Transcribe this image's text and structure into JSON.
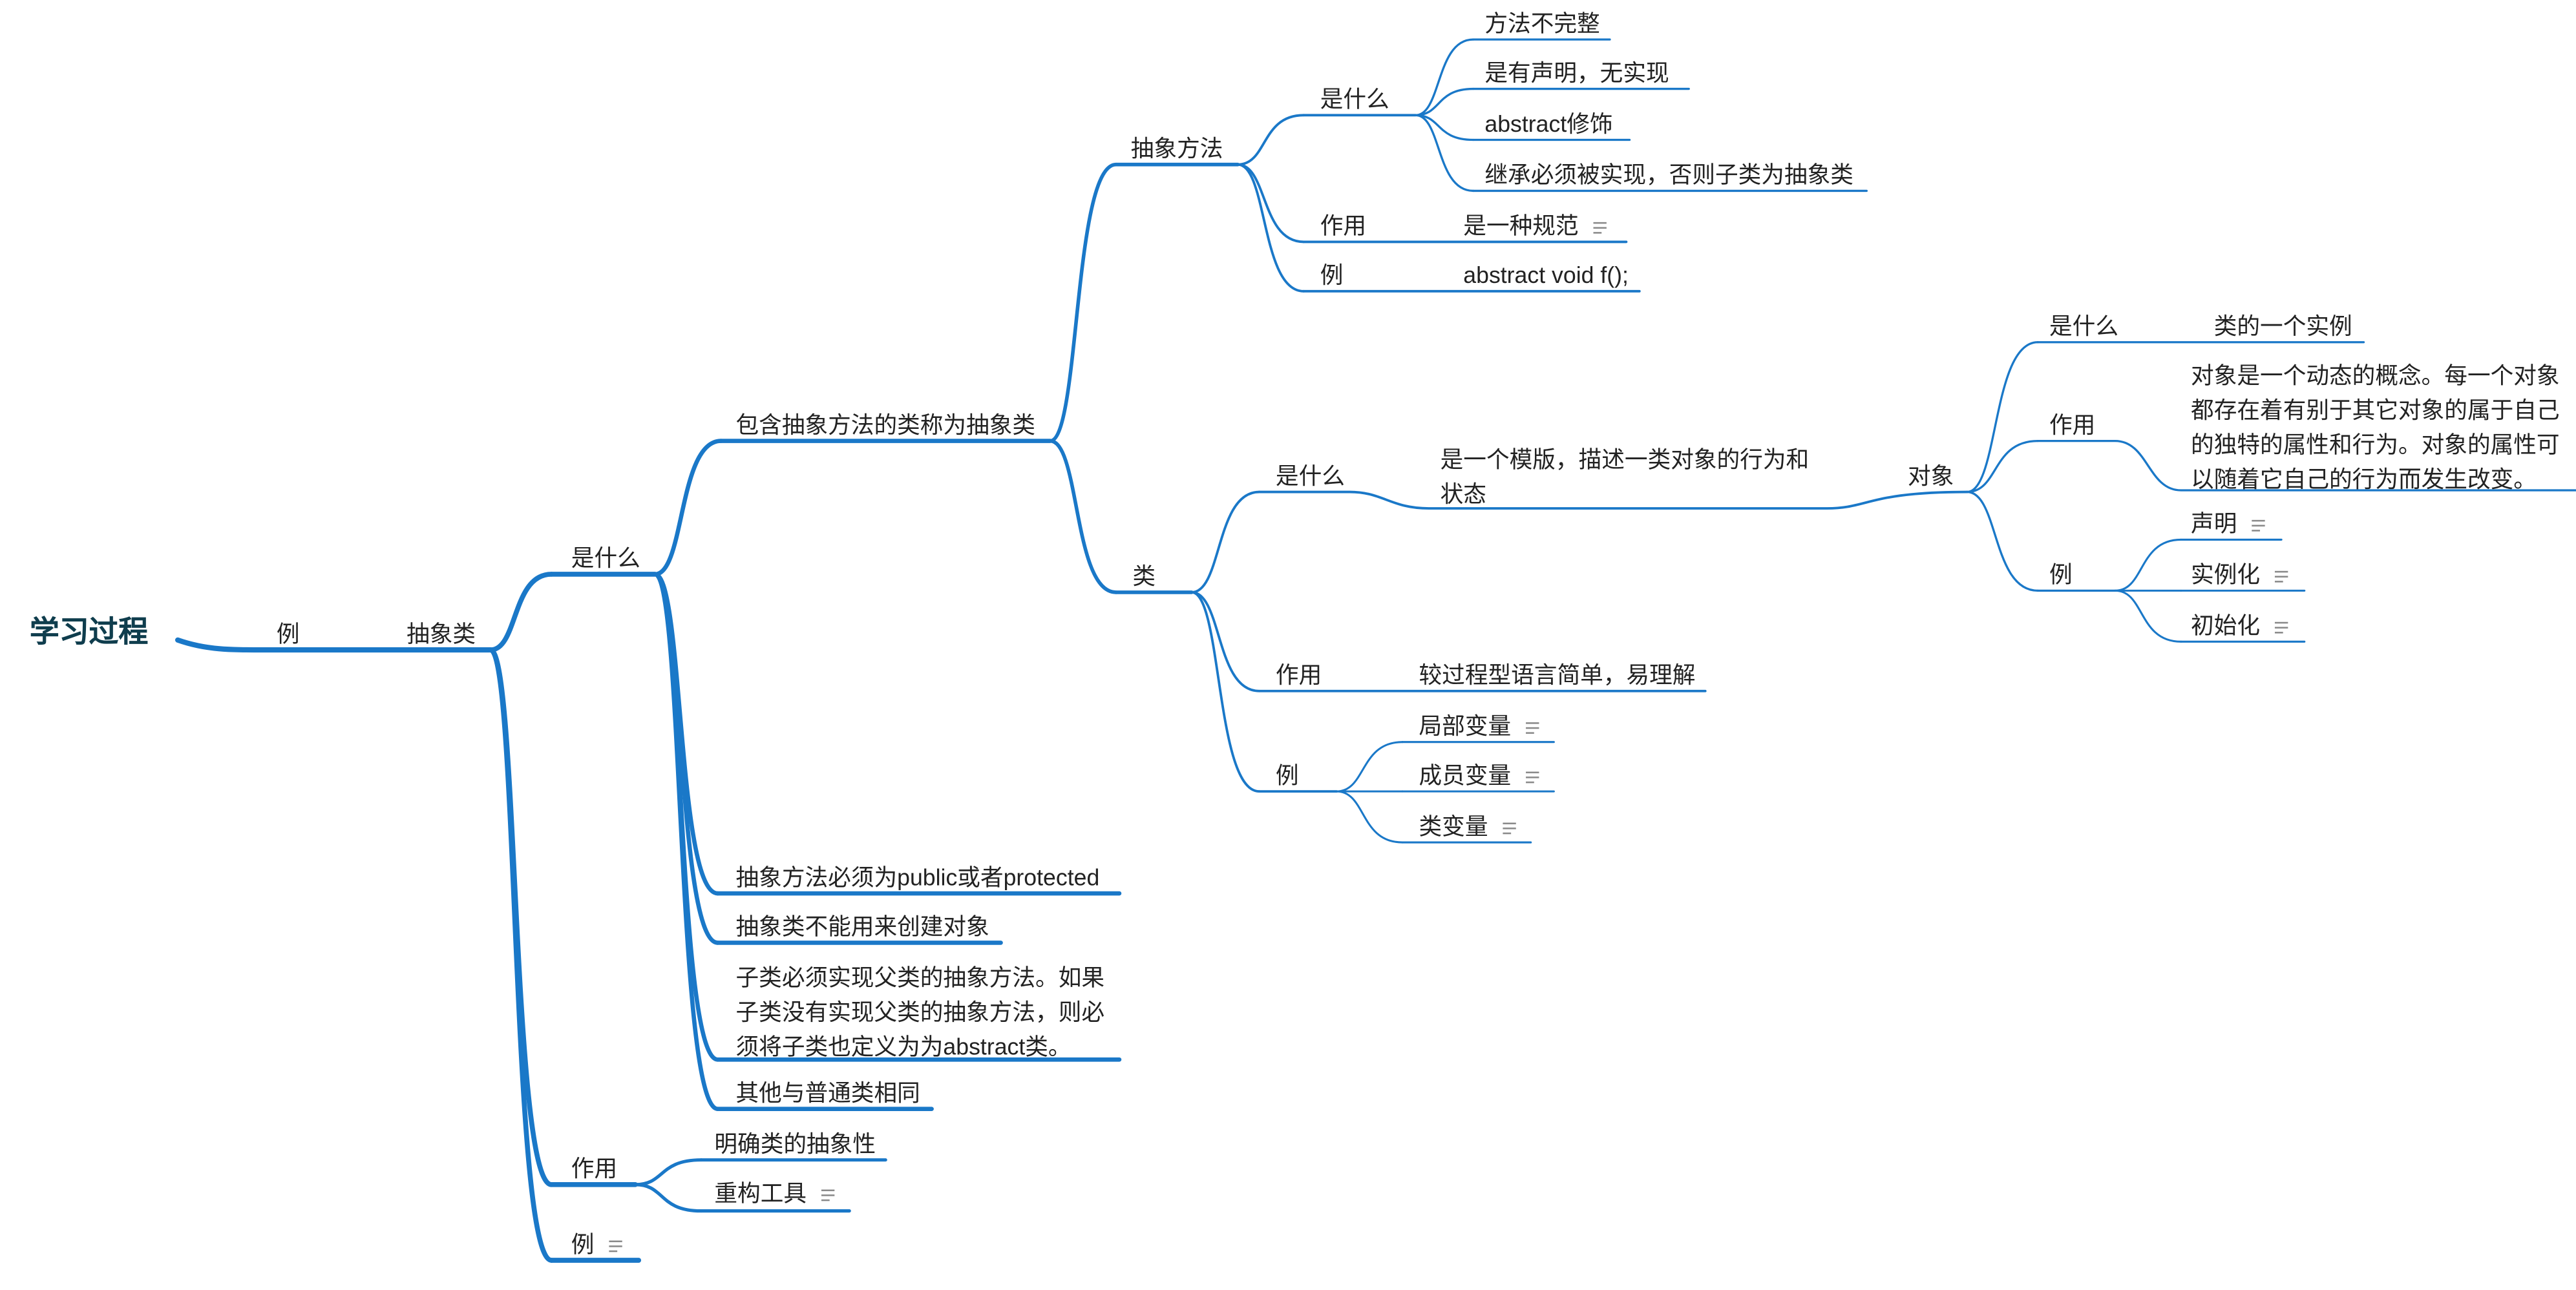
{
  "colors": {
    "branch": "#1a78c8",
    "text": "#222222",
    "root_text": "#0f3d4d",
    "note_icon": "#8a8a8a"
  },
  "nodes": {
    "root": "学习过程",
    "ex_top": "例",
    "abstract_class": "抽象类",
    "what": "是什么",
    "contains": "包含抽象方法的类称为抽象类",
    "abstract_method": "抽象方法",
    "am_what": "是什么",
    "am_w1": "方法不完整",
    "am_w2": "是有声明，无实现",
    "am_w3": "abstract修饰",
    "am_w4": "继承必须被实现，否则子类为抽象类",
    "am_use": "作用",
    "am_use_v": "是一种规范",
    "am_ex": "例",
    "am_ex_v": "abstract void f();",
    "cls": "类",
    "cls_what": "是什么",
    "cls_what_v": "是一个模版，描述一类对象的行为和状态",
    "obj": "对象",
    "obj_what": "是什么",
    "obj_what_v": "类的一个实例",
    "obj_use": "作用",
    "obj_use_v": "对象是一个动态的概念。每一个对象都存在着有别于其它对象的属于自己的独特的属性和行为。对象的属性可以随着它自己的行为而发生改变。",
    "obj_ex": "例",
    "obj_ex1": "声明",
    "obj_ex2": "实例化",
    "obj_ex3": "初始化",
    "cls_use": "作用",
    "cls_use_v": "较过程型语言简单，易理解",
    "cls_ex": "例",
    "cls_ex1": "局部变量",
    "cls_ex2": "成员变量",
    "cls_ex3": "类变量",
    "rule1": "抽象方法必须为public或者protected",
    "rule2": "抽象类不能用来创建对象",
    "rule3": "子类必须实现父类的抽象方法。如果子类没有实现父类的抽象方法，则必须将子类也定义为为abstract类。",
    "rule4": "其他与普通类相同",
    "ac_use": "作用",
    "ac_use1": "明确类的抽象性",
    "ac_use2": "重构工具",
    "ac_ex": "例"
  }
}
